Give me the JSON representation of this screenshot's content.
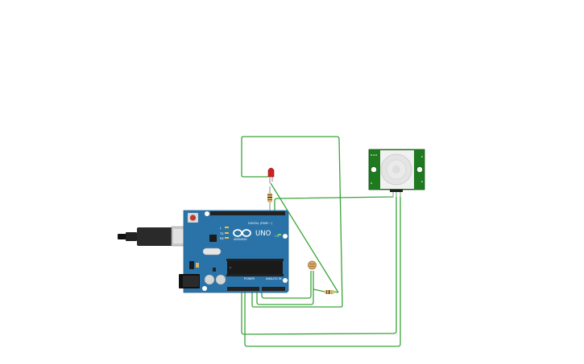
{
  "board": {
    "logo_text": "UNO",
    "brand_text": "ARDUINO",
    "digital_label": "DIGITAL (PWM ~)",
    "power_label": "POWER",
    "analog_label": "ANALOG IN",
    "on_label": "ON",
    "tx_label": "TX",
    "rx_label": "RX",
    "l_label": "L"
  },
  "pir": {
    "name": "PIR sensor"
  },
  "colors": {
    "wire": "#3aa43a",
    "board": "#2a73a8",
    "board_dark": "#1f5d8a",
    "header": "#222222",
    "led": "#cc2222",
    "pir_board": "#1f7a1f",
    "resistor": "#d9c27a"
  }
}
